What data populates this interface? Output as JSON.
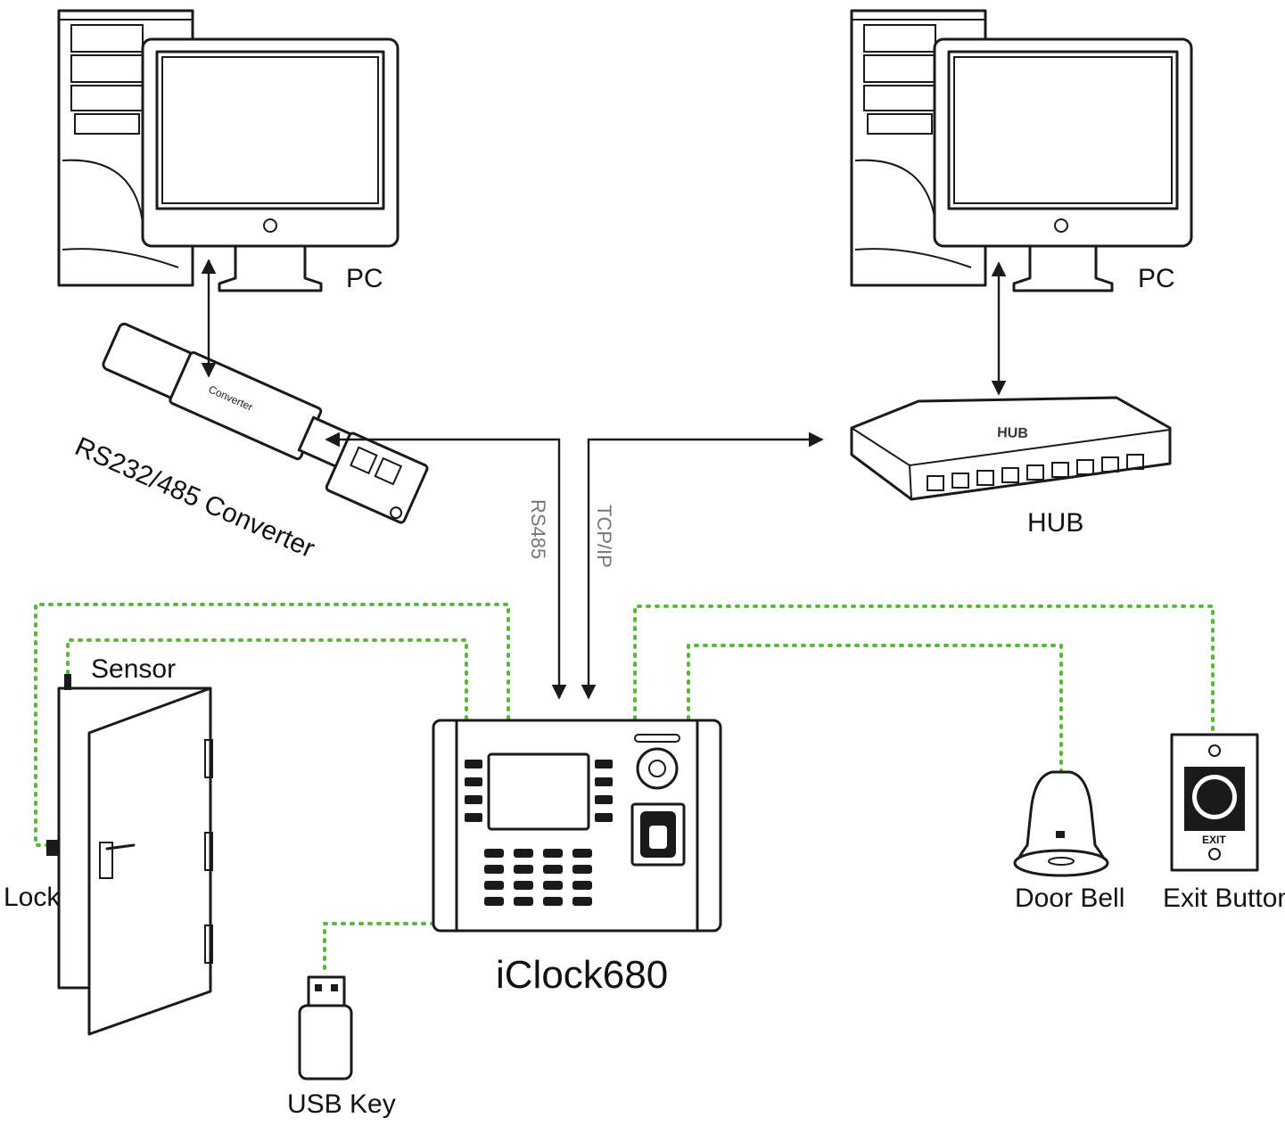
{
  "labels": {
    "pc_left": "PC",
    "pc_right": "PC",
    "converter": "RS232/485 Converter",
    "converter_tag": "Converter",
    "hub": "HUB",
    "hub_tag": "HUB",
    "rs485": "RS485",
    "tcpip": "TCP/IP",
    "sensor": "Sensor",
    "lock": "Lock",
    "device": "iClock680",
    "door_bell": "Door Bell",
    "exit_button": "Exit Button",
    "exit_tag": "EXIT",
    "usb_key": "USB Key"
  },
  "colors": {
    "line": "#1a1a1a",
    "dotted_wire": "#58b83a",
    "protocol_text": "#777777"
  },
  "icons": [
    "pc-tower-icon",
    "monitor-icon",
    "converter-icon",
    "hub-icon",
    "door-icon",
    "clock-terminal-icon",
    "bell-icon",
    "exit-button-icon",
    "usb-key-icon"
  ]
}
